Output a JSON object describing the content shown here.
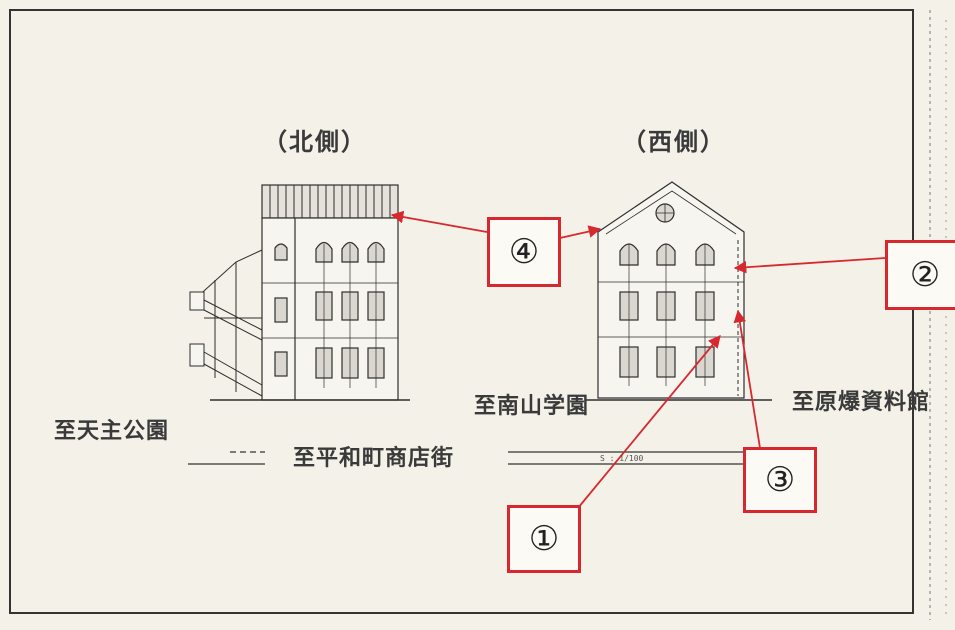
{
  "headings": {
    "north": "（北側）",
    "west": "（西側）"
  },
  "directions": {
    "nanzan": "至南山学園",
    "genbaku": "至原爆資料館",
    "tenshu": "至天主公園",
    "heiwa": "至平和町商店街"
  },
  "scale_note": "S : 1/100",
  "callouts": [
    "④",
    "②",
    "③",
    "①"
  ],
  "colors": {
    "paper": "#f3f1e8",
    "callout_red": "#d8282f",
    "ink": "#2e2e2e"
  }
}
